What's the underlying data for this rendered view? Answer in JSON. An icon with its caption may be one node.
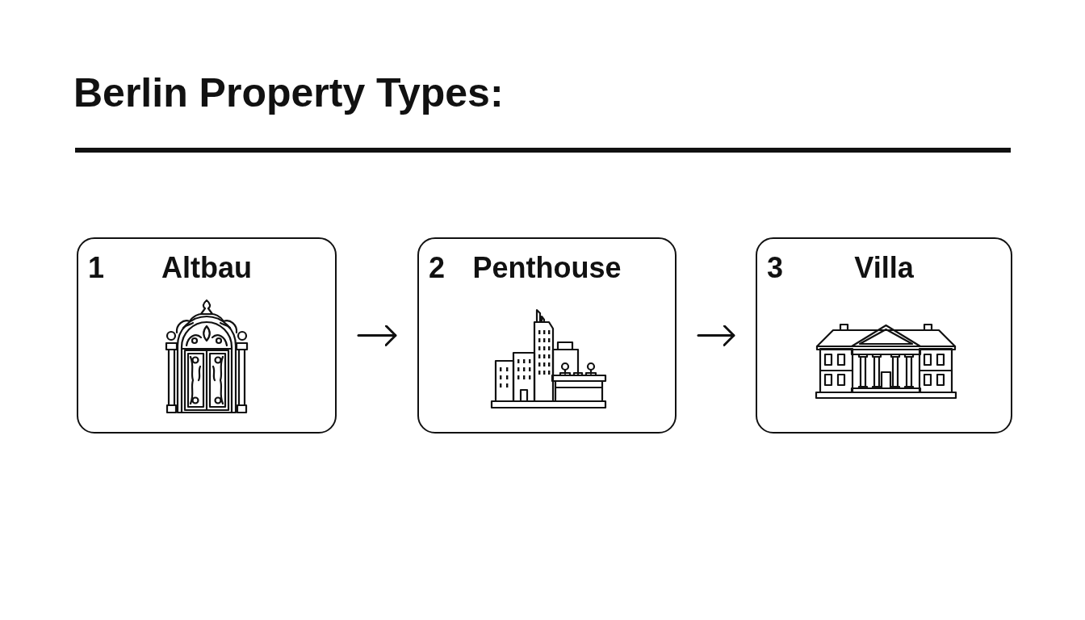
{
  "diagram": {
    "title": "Berlin Property Types:",
    "nodes": [
      {
        "text": [
          "1",
          "Altbau"
        ]
      },
      {
        "text": [
          "2",
          "Penthouse"
        ]
      },
      {
        "text": [
          "3",
          "Villa"
        ]
      }
    ],
    "edges": [
      {
        "from": 0,
        "to": 1,
        "arrow": "to"
      },
      {
        "from": 1,
        "to": 2,
        "arrow": "to"
      }
    ]
  }
}
